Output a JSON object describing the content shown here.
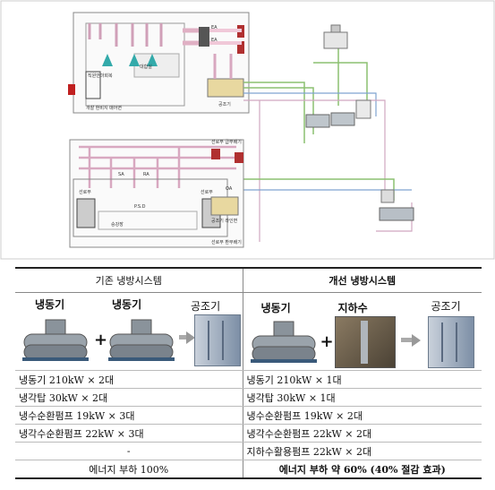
{
  "diagram": {
    "rooms": {
      "top_left_inner": "직원안마회복",
      "top_right_inner": "대합실",
      "top_caption": "개찰 환비지 매어면",
      "ahu_top": "공조기",
      "bot_caption_top": "선로부 급부배기",
      "bot_left": "선로부",
      "bot_right": "선로부",
      "bot_center": "P.S.D",
      "bot_platform_left": "승강장",
      "bot_ahu": "공조기 라인면",
      "bot_caption_bottom": "선로부 환부배기"
    },
    "duct_labels": {
      "ea": "EA",
      "oa": "OA",
      "sa": "SA",
      "ra": "RA"
    }
  },
  "table": {
    "left_header": "기존 냉방시스템",
    "right_header": "개선 냉방시스템",
    "left_equipment": {
      "chiller1": "냉동기",
      "chiller2": "냉동기",
      "ahu": "공조기"
    },
    "right_equipment": {
      "chiller": "냉동기",
      "groundwater": "지하수",
      "ahu": "공조기"
    },
    "plus": "+",
    "rows": [
      {
        "left": "냉동기 210kW × 2대",
        "right": "냉동기 210kW × 1대"
      },
      {
        "left": "냉각탑 30kW × 2대",
        "right": "냉각탑 30kW × 1대"
      },
      {
        "left": "냉수순환펌프 19kW × 3대",
        "right": "냉수순환펌프 19kW × 2대"
      },
      {
        "left": "냉각수순환펌프 22kW × 3대",
        "right": "냉각수순환펌프 22kW × 2대"
      },
      {
        "left": "-",
        "right": "지하수활용펌프 22kW × 2대"
      }
    ],
    "energy_left": "에너지 부하 100%",
    "energy_right": "에너지 부하 약 60% (40% 절감 효과)"
  }
}
